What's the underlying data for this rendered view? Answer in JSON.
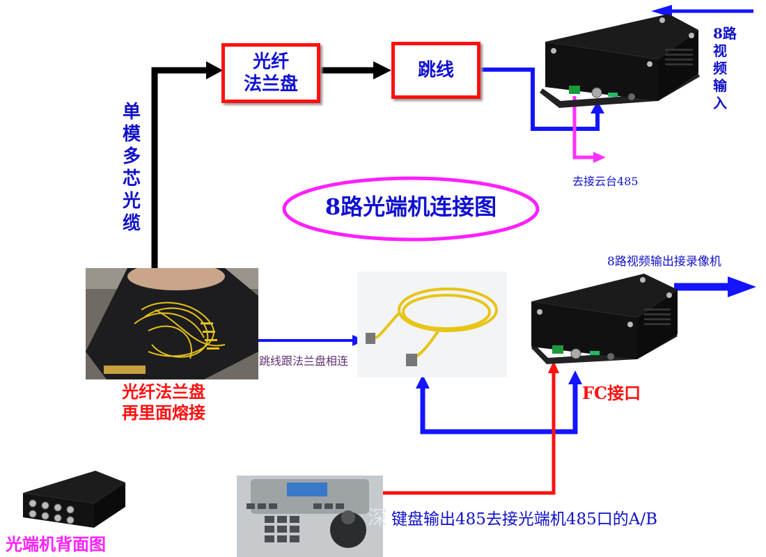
{
  "title": "8路光端机连接图",
  "boxes": {
    "flange": "光纤\n法兰盘",
    "patch": "跳线"
  },
  "labels": {
    "cable": "单模多芯光缆",
    "input": "8路视频输入",
    "ptz": "去接云台485",
    "output": "8路视频输出接录像机",
    "patch_link": "跳线跟法兰盘相连",
    "flange_fusion": "光纤法兰盘\n再里面熔接",
    "fc_port": "FC接口",
    "keyboard": "键盘输出485去接光端机485口的A/B",
    "rear_view": "光端机背面图",
    "watermark": "深"
  },
  "colors": {
    "blue": "#1414ff",
    "red": "#ff1010",
    "magenta": "#ff30ff",
    "black": "#000000",
    "title": "#1010d0",
    "ellipse": "#ff20ff"
  }
}
